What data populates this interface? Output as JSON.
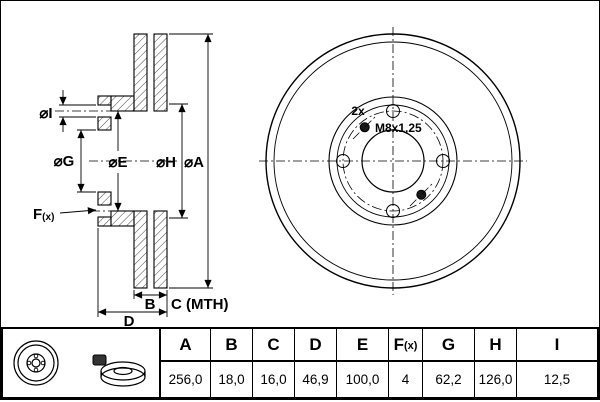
{
  "drawing": {
    "labels": {
      "dia_i": "⌀I",
      "dia_g": "⌀G",
      "dia_e": "⌀E",
      "dia_h": "⌀H",
      "dia_a": "⌀A",
      "f": "F",
      "f_suffix": "(x)",
      "b": "B",
      "c": "C (MTH)",
      "d": "D"
    },
    "front": {
      "count": "2x",
      "thread": "M8x1,25"
    }
  },
  "table": {
    "headers": [
      {
        "label": "A",
        "suffix": ""
      },
      {
        "label": "B",
        "suffix": ""
      },
      {
        "label": "C",
        "suffix": ""
      },
      {
        "label": "D",
        "suffix": ""
      },
      {
        "label": "E",
        "suffix": ""
      },
      {
        "label": "F",
        "suffix": "(x)"
      },
      {
        "label": "G",
        "suffix": ""
      },
      {
        "label": "H",
        "suffix": ""
      },
      {
        "label": "I",
        "suffix": ""
      }
    ],
    "values": [
      "256,0",
      "18,0",
      "16,0",
      "46,9",
      "100,0",
      "4",
      "62,2",
      "126,0",
      "12,5"
    ]
  }
}
